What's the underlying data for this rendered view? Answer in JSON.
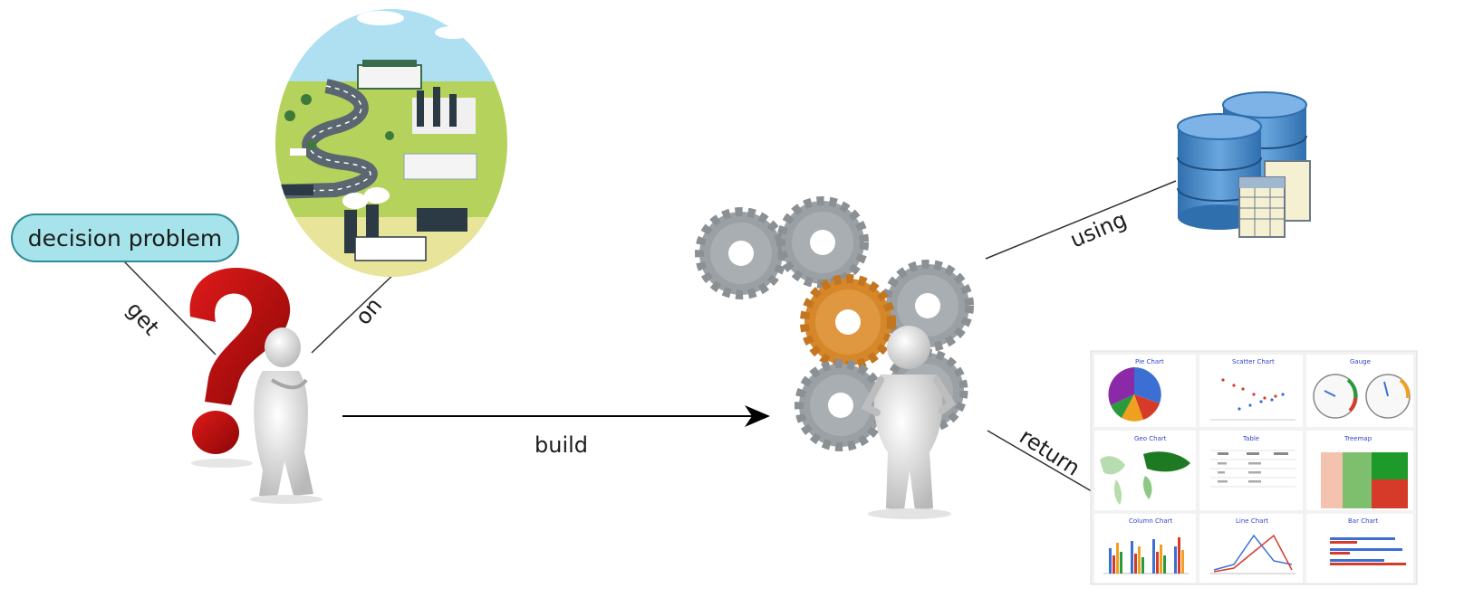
{
  "nodes": {
    "decision_problem": "decision problem"
  },
  "edges": {
    "get": "get",
    "on": "on",
    "build": "build",
    "using": "using",
    "return": "return"
  },
  "dashboard": {
    "tiles": [
      {
        "title": "Pie Chart"
      },
      {
        "title": "Scatter Chart"
      },
      {
        "title": "Gauge"
      },
      {
        "title": "Geo Chart"
      },
      {
        "title": "Table"
      },
      {
        "title": "Treemap"
      },
      {
        "title": "Column Chart"
      },
      {
        "title": "Line Chart"
      },
      {
        "title": "Bar Chart"
      }
    ]
  },
  "colors": {
    "bubble_fill": "#a6e3ea",
    "bubble_border": "#2f8b95",
    "question_mark": "#c8100f",
    "gear_gray": "#9aa0a4",
    "gear_orange": "#d6872a",
    "database_blue": "#4a8ac8",
    "landscape_green": "#b5d25c",
    "sky_blue": "#aee0f2"
  },
  "icons": [
    "question-mark-icon",
    "thinking-person-icon",
    "industrial-landscape-icon",
    "gears-icon",
    "worker-person-icon",
    "database-icon",
    "spreadsheet-icon",
    "dashboard-icon"
  ]
}
